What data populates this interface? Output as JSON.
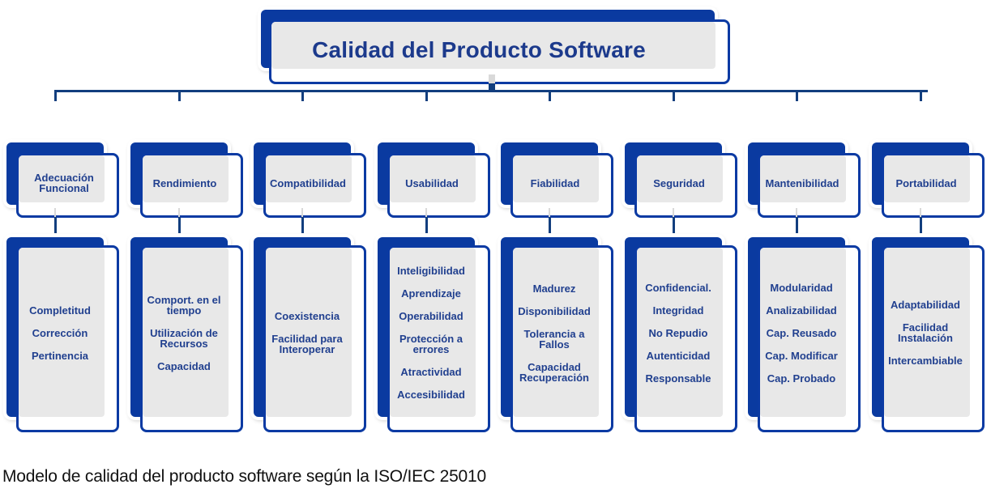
{
  "title": "Calidad del Producto Software",
  "caption": "Modelo de calidad del producto software según la ISO/IEC 25010",
  "colors": {
    "box_dark_blue": "#0a3aa0",
    "box_border_blue": "#0b3aa3",
    "box_fill_gray": "#e8e8e8",
    "text_blue": "#21408f",
    "connector_navy": "#123e7e"
  },
  "characteristics": [
    {
      "name": "Adecuación Funcional",
      "lines": [
        "Adecuación",
        "Funcional"
      ],
      "subcharacteristics": [
        "Completitud",
        "Corrección",
        "Pertinencia"
      ]
    },
    {
      "name": "Rendimiento",
      "lines": [
        "Rendimiento"
      ],
      "subcharacteristics": [
        "Comport. en el tiempo",
        "Utilización de Recursos",
        "Capacidad"
      ]
    },
    {
      "name": "Compatibilidad",
      "lines": [
        "Compatibilidad"
      ],
      "subcharacteristics": [
        "Coexistencia",
        "Facilidad para Interoperar"
      ]
    },
    {
      "name": "Usabilidad",
      "lines": [
        "Usabilidad"
      ],
      "subcharacteristics": [
        "Inteligibilidad",
        "Aprendizaje",
        "Operabilidad",
        "Protección a errores",
        "Atractividad",
        "Accesibilidad"
      ]
    },
    {
      "name": "Fiabilidad",
      "lines": [
        "Fiabilidad"
      ],
      "subcharacteristics": [
        "Madurez",
        "Disponibilidad",
        "Tolerancia a Fallos",
        "Capacidad Recuperación"
      ]
    },
    {
      "name": "Seguridad",
      "lines": [
        "Seguridad"
      ],
      "subcharacteristics": [
        "Confidencial.",
        "Integridad",
        "No Repudio",
        "Autenticidad",
        "Responsable"
      ]
    },
    {
      "name": "Mantenibilidad",
      "lines": [
        "Mantenibilidad"
      ],
      "subcharacteristics": [
        "Modularidad",
        "Analizabilidad",
        "Cap. Reusado",
        "Cap. Modificar",
        "Cap. Probado"
      ]
    },
    {
      "name": "Portabilidad",
      "lines": [
        "Portabilidad"
      ],
      "subcharacteristics": [
        "Adaptabilidad",
        "Facilidad Instalación",
        "Intercambiable"
      ]
    }
  ]
}
